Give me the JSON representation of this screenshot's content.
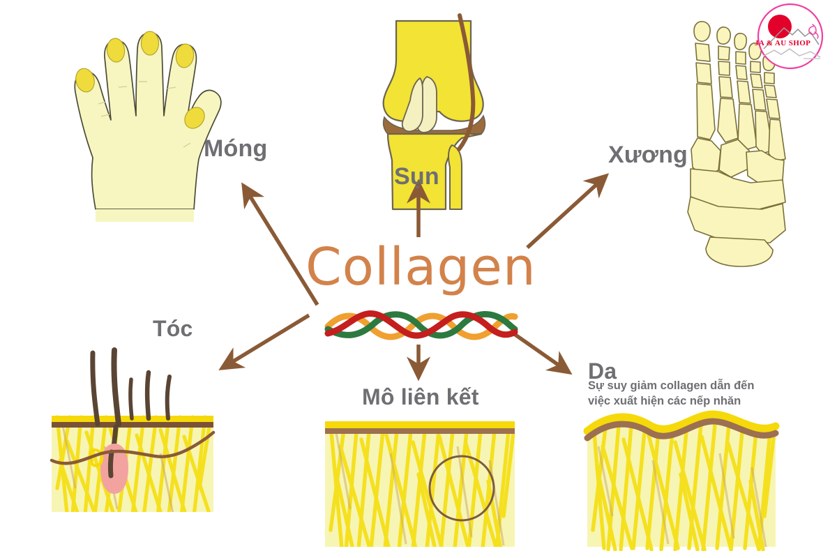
{
  "page": {
    "title": "Collagen",
    "background_color": "#ffffff",
    "language": "vi"
  },
  "center": {
    "title": "Collagen",
    "title_color": "#d2824a",
    "helix": {
      "name": "collagen-triple-helix",
      "strand_colors": [
        "#f0a030",
        "#c41e1e",
        "#2c7a3f"
      ],
      "strand_names": [
        "orange-strand",
        "red-strand",
        "green-strand"
      ]
    }
  },
  "labels": {
    "nails": "Móng",
    "cartilage": "Sụn",
    "bone": "Xương",
    "hair": "Tóc",
    "connective_tissue": "Mô liên kết",
    "skin": "Da",
    "label_color": "#6e6e73"
  },
  "skin_caption": {
    "line1": "Sự suy giảm collagen dẫn đến",
    "line2": "việc xuất hiện các nếp nhăn"
  },
  "arrows": {
    "color": "#8a5a36",
    "items": [
      {
        "name": "arrow-to-nails",
        "direction": "up-left"
      },
      {
        "name": "arrow-to-cartilage",
        "direction": "up"
      },
      {
        "name": "arrow-to-bone",
        "direction": "up-right"
      },
      {
        "name": "arrow-to-hair",
        "direction": "down-left"
      },
      {
        "name": "arrow-to-connective-tissue",
        "direction": "down"
      },
      {
        "name": "arrow-to-skin",
        "direction": "down-right"
      }
    ]
  },
  "illustrations": {
    "hand": {
      "name": "hand-illustration",
      "fill": "#f7f6c0",
      "nail_fill": "#efdc3c",
      "stroke": "#4a4a38"
    },
    "knee": {
      "name": "knee-joint-illustration",
      "bone_fill": "#f2e334",
      "cartilage_fill": "#9c6b3c",
      "ligament_fill": "#f5f0c0",
      "stroke": "#6b6352"
    },
    "foot": {
      "name": "foot-skeleton-illustration",
      "bone_fill": "#f9f5bd",
      "stroke": "#7a6f3a"
    },
    "hair_skin": {
      "name": "hair-follicle-cross-section",
      "dermis_fill": "#f7f5b4",
      "fiber_color": "#f5df18",
      "epidermis_gold": "#f5d90a",
      "epidermis_brown": "#8a5a36",
      "hair_color": "#5a4433",
      "follicle_color": "#f2a3a0"
    },
    "connective": {
      "name": "connective-tissue-cross-section",
      "dermis_fill": "#f7f5b4",
      "fiber_color": "#f5df18",
      "top_gold": "#f5d90a",
      "top_brown": "#9c7050",
      "circle_color": "#7d5a40"
    },
    "skin": {
      "name": "wrinkled-skin-cross-section",
      "dermis_fill": "#f7f5b4",
      "fiber_color": "#f5df18",
      "top_gold": "#f5d90a",
      "top_brown": "#9c7050"
    }
  },
  "logo": {
    "name": "ja-au-shop-logo",
    "text": "JA & AU SHOP",
    "ring_color": "#ef3fa0",
    "sun_color": "#e3002b",
    "mountain_color": "#9a9a9a",
    "text_color": "#e3002b"
  }
}
